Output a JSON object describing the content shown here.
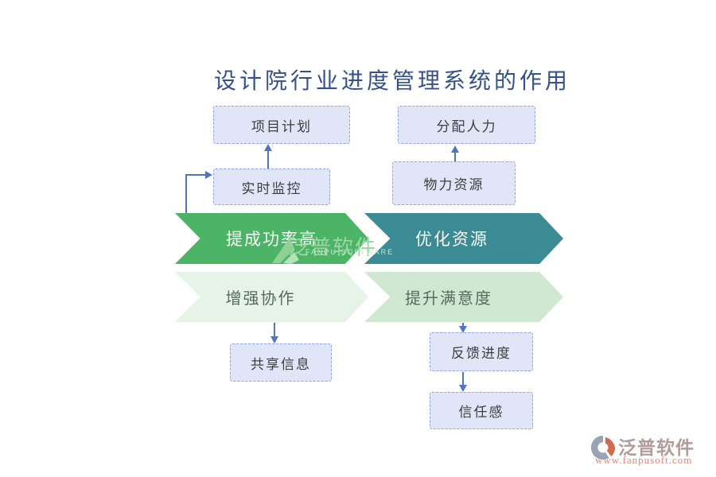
{
  "title": "设计院行业进度管理系统的作用",
  "flow": {
    "left": {
      "plan": "项目计划",
      "monitor": "实时监控",
      "benefit_primary": "提成功率高",
      "benefit_secondary": "增强协作",
      "share": "共享信息"
    },
    "right": {
      "manpower": "分配人力",
      "material": "物力资源",
      "benefit_primary": "优化资源",
      "benefit_secondary": "提升满意度",
      "feedback": "反馈进度",
      "trust": "信任感"
    }
  },
  "colors": {
    "title_text": "#35508d",
    "box_fill": "#e0e5f8",
    "box_border": "#8fa5e6",
    "box_text": "#3e3e3e",
    "connector_blue": "#4f74c2",
    "chevron_green": "#4cb466",
    "chevron_teal": "#3a8b93",
    "chevron_light_green": "#e6f3e7",
    "chevron_pale_green": "#cfe8d2",
    "chevron_dark_text": "#f8fdf8",
    "chevron_light_text": "#5a6a5e"
  },
  "watermark_center": {
    "brand": "泛普软件",
    "tagline": "FANPU SOFTWARE"
  },
  "watermark_footer": {
    "brand": "泛普软件",
    "url": "www.fanpusoft.com"
  }
}
